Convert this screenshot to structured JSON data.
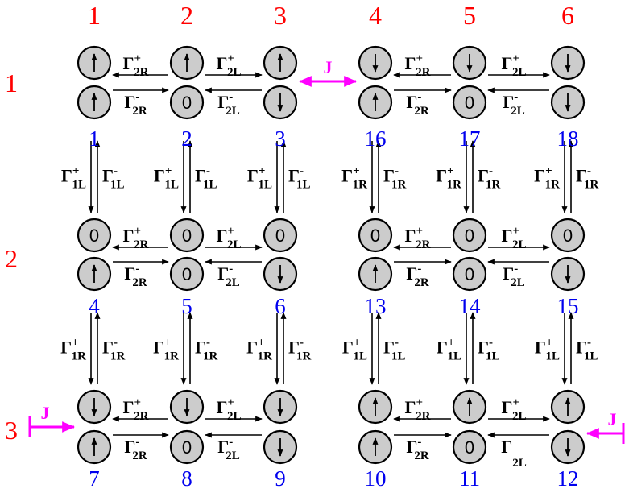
{
  "column_labels": [
    "1",
    "2",
    "3",
    "4",
    "5",
    "6"
  ],
  "row_labels": [
    "1",
    "2",
    "3"
  ],
  "states": [
    {
      "label": "1",
      "col": 0,
      "row": 0,
      "top": "up",
      "bottom": "up"
    },
    {
      "label": "2",
      "col": 1,
      "row": 0,
      "top": "up",
      "bottom": "zero"
    },
    {
      "label": "3",
      "col": 2,
      "row": 0,
      "top": "up",
      "bottom": "down"
    },
    {
      "label": "16",
      "col": 3,
      "row": 0,
      "top": "down",
      "bottom": "up"
    },
    {
      "label": "17",
      "col": 4,
      "row": 0,
      "top": "down",
      "bottom": "zero"
    },
    {
      "label": "18",
      "col": 5,
      "row": 0,
      "top": "down",
      "bottom": "down"
    },
    {
      "label": "4",
      "col": 0,
      "row": 1,
      "top": "zero",
      "bottom": "up"
    },
    {
      "label": "5",
      "col": 1,
      "row": 1,
      "top": "zero",
      "bottom": "zero"
    },
    {
      "label": "6",
      "col": 2,
      "row": 1,
      "top": "zero",
      "bottom": "down"
    },
    {
      "label": "13",
      "col": 3,
      "row": 1,
      "top": "zero",
      "bottom": "up"
    },
    {
      "label": "14",
      "col": 4,
      "row": 1,
      "top": "zero",
      "bottom": "zero"
    },
    {
      "label": "15",
      "col": 5,
      "row": 1,
      "top": "zero",
      "bottom": "down"
    },
    {
      "label": "7",
      "col": 0,
      "row": 2,
      "top": "down",
      "bottom": "up"
    },
    {
      "label": "8",
      "col": 1,
      "row": 2,
      "top": "down",
      "bottom": "zero"
    },
    {
      "label": "9",
      "col": 2,
      "row": 2,
      "top": "down",
      "bottom": "down"
    },
    {
      "label": "10",
      "col": 3,
      "row": 2,
      "top": "up",
      "bottom": "up"
    },
    {
      "label": "11",
      "col": 4,
      "row": 2,
      "top": "up",
      "bottom": "zero"
    },
    {
      "label": "12",
      "col": 5,
      "row": 2,
      "top": "up",
      "bottom": "down"
    }
  ],
  "horizontal_rates": [
    {
      "row": 0,
      "left_col": 0,
      "top": {
        "base": "Γ",
        "sup": "+",
        "sub": "2R"
      },
      "bottom": {
        "base": "Γ",
        "sup": "-",
        "sub": "2R"
      },
      "top_dir": "left",
      "bottom_dir": "right"
    },
    {
      "row": 0,
      "left_col": 1,
      "top": {
        "base": "Γ",
        "sup": "+",
        "sub": "2L"
      },
      "bottom": {
        "base": "Γ",
        "sup": "-",
        "sub": "2L"
      },
      "top_dir": "right",
      "bottom_dir": "left"
    },
    {
      "row": 0,
      "left_col": 3,
      "top": {
        "base": "Γ",
        "sup": "+",
        "sub": "2R"
      },
      "bottom": {
        "base": "Γ",
        "sup": "-",
        "sub": "2R"
      },
      "top_dir": "left",
      "bottom_dir": "right"
    },
    {
      "row": 0,
      "left_col": 4,
      "top": {
        "base": "Γ",
        "sup": "+",
        "sub": "2L"
      },
      "bottom": {
        "base": "Γ",
        "sup": "-",
        "sub": "2L"
      },
      "top_dir": "right",
      "bottom_dir": "left"
    },
    {
      "row": 1,
      "left_col": 0,
      "top": {
        "base": "Γ",
        "sup": "+",
        "sub": "2R"
      },
      "bottom": {
        "base": "Γ",
        "sup": "-",
        "sub": "2R"
      },
      "top_dir": "left",
      "bottom_dir": "right"
    },
    {
      "row": 1,
      "left_col": 1,
      "top": {
        "base": "Γ",
        "sup": "+",
        "sub": "2L"
      },
      "bottom": {
        "base": "Γ",
        "sup": "-",
        "sub": "2L"
      },
      "top_dir": "right",
      "bottom_dir": "left"
    },
    {
      "row": 1,
      "left_col": 3,
      "top": {
        "base": "Γ",
        "sup": "+",
        "sub": "2R"
      },
      "bottom": {
        "base": "Γ",
        "sup": "-",
        "sub": "2R"
      },
      "top_dir": "left",
      "bottom_dir": "right"
    },
    {
      "row": 1,
      "left_col": 4,
      "top": {
        "base": "Γ",
        "sup": "+",
        "sub": "2L"
      },
      "bottom": {
        "base": "Γ",
        "sup": "-",
        "sub": "2L"
      },
      "top_dir": "right",
      "bottom_dir": "left"
    },
    {
      "row": 2,
      "left_col": 0,
      "top": {
        "base": "Γ",
        "sup": "+",
        "sub": "2R"
      },
      "bottom": {
        "base": "Γ",
        "sup": "-",
        "sub": "2R"
      },
      "top_dir": "left",
      "bottom_dir": "right"
    },
    {
      "row": 2,
      "left_col": 1,
      "top": {
        "base": "Γ",
        "sup": "+",
        "sub": "2L"
      },
      "bottom": {
        "base": "Γ",
        "sup": "-",
        "sub": "2L"
      },
      "top_dir": "right",
      "bottom_dir": "left"
    },
    {
      "row": 2,
      "left_col": 3,
      "top": {
        "base": "Γ",
        "sup": "+",
        "sub": "2R"
      },
      "bottom": {
        "base": "Γ",
        "sup": "-",
        "sub": "2R"
      },
      "top_dir": "left",
      "bottom_dir": "right"
    },
    {
      "row": 2,
      "left_col": 4,
      "top": {
        "base": "Γ",
        "sup": "+",
        "sub": "2L"
      },
      "bottom": {
        "base": "Γ",
        "sup": "",
        "sub": "2L"
      },
      "top_dir": "right",
      "bottom_dir": "left"
    }
  ],
  "vertical_rates": [
    {
      "col": 0,
      "upper_row": 0,
      "left": {
        "base": "Γ",
        "sup": "+",
        "sub": "1L"
      },
      "right": {
        "base": "Γ",
        "sup": "-",
        "sub": "1L"
      }
    },
    {
      "col": 1,
      "upper_row": 0,
      "left": {
        "base": "Γ",
        "sup": "+",
        "sub": "1L"
      },
      "right": {
        "base": "Γ",
        "sup": "-",
        "sub": "1L"
      }
    },
    {
      "col": 2,
      "upper_row": 0,
      "left": {
        "base": "Γ",
        "sup": "+",
        "sub": "1L"
      },
      "right": {
        "base": "Γ",
        "sup": "-",
        "sub": "1L"
      }
    },
    {
      "col": 3,
      "upper_row": 0,
      "left": {
        "base": "Γ",
        "sup": "+",
        "sub": "1R"
      },
      "right": {
        "base": "Γ",
        "sup": "-",
        "sub": "1R"
      }
    },
    {
      "col": 4,
      "upper_row": 0,
      "left": {
        "base": "Γ",
        "sup": "+",
        "sub": "1R"
      },
      "right": {
        "base": "Γ",
        "sup": "-",
        "sub": "1R"
      }
    },
    {
      "col": 5,
      "upper_row": 0,
      "left": {
        "base": "Γ",
        "sup": "+",
        "sub": "1R"
      },
      "right": {
        "base": "Γ",
        "sup": "-",
        "sub": "1R"
      }
    },
    {
      "col": 0,
      "upper_row": 1,
      "left": {
        "base": "Γ",
        "sup": "+",
        "sub": "1R"
      },
      "right": {
        "base": "Γ",
        "sup": "-",
        "sub": "1R"
      }
    },
    {
      "col": 1,
      "upper_row": 1,
      "left": {
        "base": "Γ",
        "sup": "+",
        "sub": "1R"
      },
      "right": {
        "base": "Γ",
        "sup": "-",
        "sub": "1R"
      }
    },
    {
      "col": 2,
      "upper_row": 1,
      "left": {
        "base": "Γ",
        "sup": "+",
        "sub": "1R"
      },
      "right": {
        "base": "Γ",
        "sup": "-",
        "sub": "1R"
      }
    },
    {
      "col": 3,
      "upper_row": 1,
      "left": {
        "base": "Γ",
        "sup": "+",
        "sub": "1L"
      },
      "right": {
        "base": "Γ",
        "sup": "-",
        "sub": "1L"
      }
    },
    {
      "col": 4,
      "upper_row": 1,
      "left": {
        "base": "Γ",
        "sup": "+",
        "sub": "1L"
      },
      "right": {
        "base": "Γ",
        "sup": "-",
        "sub": "1L"
      }
    },
    {
      "col": 5,
      "upper_row": 1,
      "left": {
        "base": "Γ",
        "sup": "+",
        "sub": "1L"
      },
      "right": {
        "base": "Γ",
        "sup": "-",
        "sub": "1L"
      }
    }
  ],
  "couplings": [
    {
      "label": "J",
      "kind": "double",
      "description": "between state 3 and state 16"
    },
    {
      "label": "J",
      "kind": "inject-right",
      "description": "into state 7"
    },
    {
      "label": "J",
      "kind": "inject-left",
      "description": "into state 12"
    }
  ],
  "zero_symbol": "0",
  "colors": {
    "column_label": "#ff0000",
    "row_label": "#ff0000",
    "state_label": "#0000ee",
    "coupling": "#ff00ff",
    "site_fill": "#cccccc",
    "ink": "#000000"
  }
}
